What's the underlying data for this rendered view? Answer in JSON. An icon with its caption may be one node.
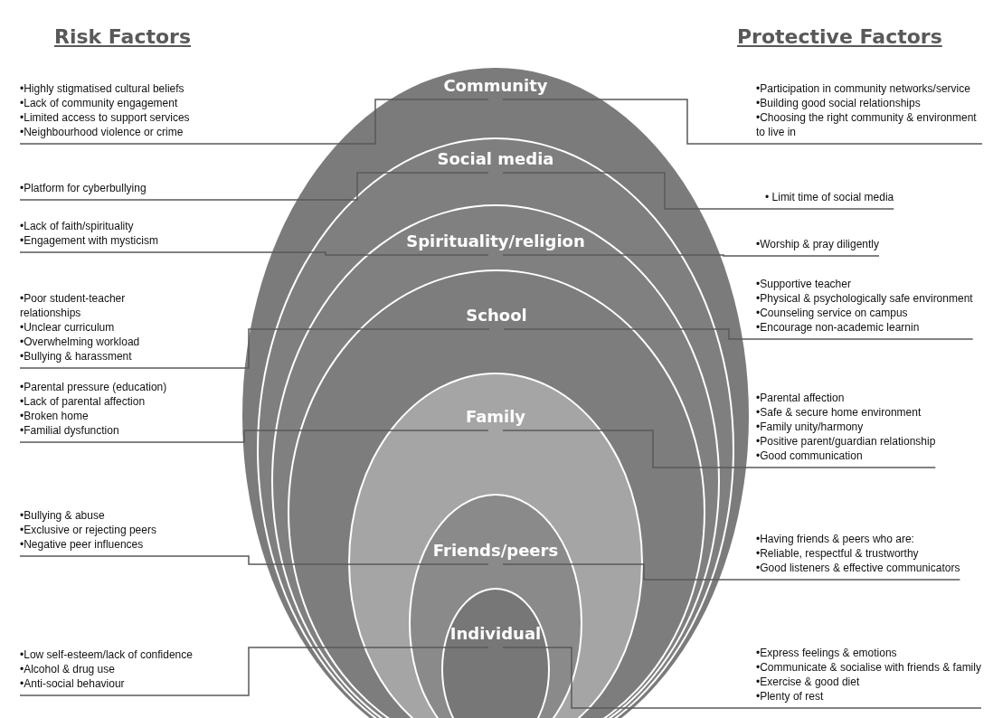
{
  "diagram": {
    "nodes": [
      {
        "text": [
          "Community"
        ]
      },
      {
        "text": [
          "Social media"
        ],
        "in": 0
      },
      {
        "text": [
          "Spirituality/religion"
        ],
        "in": 1
      },
      {
        "text": [
          "School"
        ],
        "in": 2
      },
      {
        "text": [
          "Family"
        ],
        "in": 3
      },
      {
        "text": [
          "Friends/peers"
        ],
        "in": 4
      },
      {
        "text": [
          "Individual"
        ],
        "in": 5
      },
      {
        "text": [
          "•Highly stigmatised cultural beliefs",
          "•Lack of community engagement",
          "•Limited access to support services",
          "•Neighbourhood violence or crime"
        ]
      },
      {
        "text": [
          "•Platform for cyberbullying"
        ]
      },
      {
        "text": [
          "•Lack of faith/spirituality",
          "•Engagement with mysticism"
        ]
      },
      {
        "text": [
          "•Poor student-teacher relationships",
          "•Unclear curriculum",
          "•Overwhelming workload",
          "•Bullying & harassment"
        ]
      },
      {
        "text": [
          "•Parental pressure (education)",
          "•Lack of parental affection",
          "•Broken home",
          "•Familial dysfunction"
        ]
      },
      {
        "text": [
          "•Bullying & abuse",
          "•Exclusive or rejecting peers",
          "•Negative peer influences"
        ]
      },
      {
        "text": [
          "•Low self-esteem/lack of confidence",
          "•Alcohol & drug use",
          "•Anti-social behaviour"
        ]
      },
      {
        "text": [
          "•Participation in community networks/service",
          "•Building good social relationships",
          "•Choosing the right community & environment to live in"
        ]
      },
      {
        "text": [
          "• Limit time of social media"
        ]
      },
      {
        "text": [
          "•Worship & pray diligently"
        ]
      },
      {
        "text": [
          "•Supportive teacher",
          "•Physical & psychologically safe environment",
          "•Counseling service on campus",
          "•Encourage non-academic learnin"
        ]
      },
      {
        "text": [
          "•Parental affection",
          "•Safe & secure home environment",
          "•Family unity/harmony",
          "•Positive parent/guardian relationship",
          "•Good communication"
        ]
      },
      {
        "text": [
          "•Having friends & peers who are:",
          "•Reliable, respectful & trustworthy",
          "•Good listeners & effective communicators"
        ]
      },
      {
        "text": [
          "•Express feelings & emotions",
          "•Communicate & socialise with friends & family",
          "•Exercise & good diet",
          "•Plenty of rest"
        ]
      }
    ],
    "edges": [
      {
        "from": 7,
        "to": 0,
        "arrow": "none"
      },
      {
        "from": 8,
        "to": 1,
        "arrow": "none"
      },
      {
        "from": 9,
        "to": 2,
        "arrow": "none"
      },
      {
        "from": 10,
        "to": 3,
        "arrow": "none"
      },
      {
        "from": 11,
        "to": 4,
        "arrow": "none"
      },
      {
        "from": 12,
        "to": 5,
        "arrow": "none"
      },
      {
        "from": 13,
        "to": 6,
        "arrow": "none"
      },
      {
        "from": 14,
        "to": 0,
        "arrow": "none"
      },
      {
        "from": 15,
        "to": 1,
        "arrow": "none"
      },
      {
        "from": 16,
        "to": 2,
        "arrow": "none"
      },
      {
        "from": 17,
        "to": 3,
        "arrow": "none"
      },
      {
        "from": 18,
        "to": 4,
        "arrow": "none"
      },
      {
        "from": 19,
        "to": 5,
        "arrow": "none"
      },
      {
        "from": 20,
        "to": 6,
        "arrow": "none"
      }
    ],
    "labels": [
      "Risk Factors",
      "Protective Factors"
    ]
  }
}
